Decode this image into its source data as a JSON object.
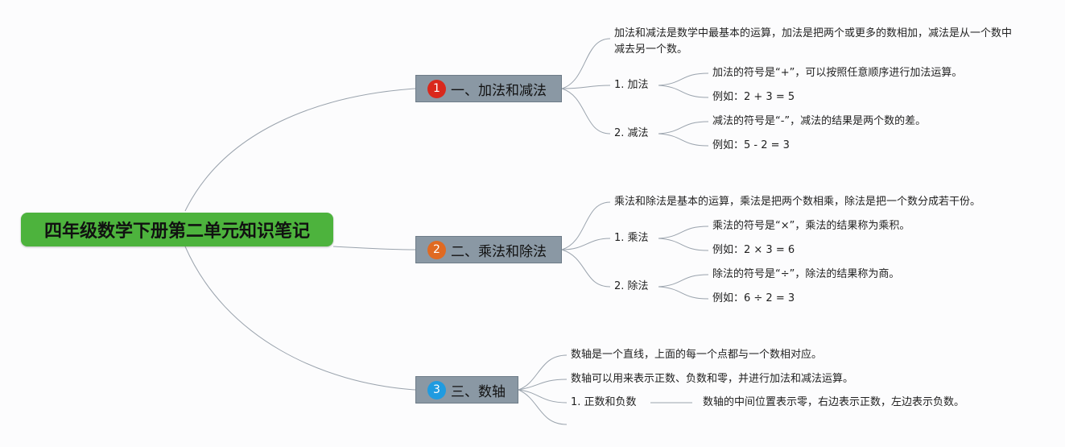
{
  "colors": {
    "root_bg": "#4db33d",
    "branch_bg": "#8a98a4",
    "badge_1": "#d9281c",
    "badge_2": "#e06a22",
    "badge_3": "#1f9be0",
    "connector": "#9aa3ad"
  },
  "root": {
    "title": "四年级数学下册第二单元知识笔记"
  },
  "branches": [
    {
      "number": "1",
      "title": "一、加法和减法",
      "desc": "加法和减法是数学中最基本的运算，加法是把两个或更多的数相加，减法是从一个数中减去另一个数。",
      "subs": [
        {
          "label": "1. 加法",
          "points": [
            "加法的符号是“+”，可以按照任意顺序进行加法运算。",
            "例如：2 + 3 = 5"
          ]
        },
        {
          "label": "2. 减法",
          "points": [
            "减法的符号是“-”，减法的结果是两个数的差。",
            "例如：5 - 2 = 3"
          ]
        }
      ]
    },
    {
      "number": "2",
      "title": "二、乘法和除法",
      "desc": "乘法和除法是基本的运算，乘法是把两个数相乘，除法是把一个数分成若干份。",
      "subs": [
        {
          "label": "1. 乘法",
          "points": [
            "乘法的符号是“×”，乘法的结果称为乘积。",
            "例如：2 × 3 = 6"
          ]
        },
        {
          "label": "2. 除法",
          "points": [
            "除法的符号是“÷”，除法的结果称为商。",
            "例如：6 ÷ 2 = 3"
          ]
        }
      ]
    },
    {
      "number": "3",
      "title": "三、数轴",
      "items": [
        "数轴是一个直线，上面的每一个点都与一个数相对应。",
        "数轴可以用来表示正数、负数和零，并进行加法和减法运算。"
      ],
      "subs": [
        {
          "label": "1. 正数和负数",
          "points": [
            "数轴的中间位置表示零，右边表示正数，左边表示负数。"
          ]
        }
      ]
    }
  ]
}
